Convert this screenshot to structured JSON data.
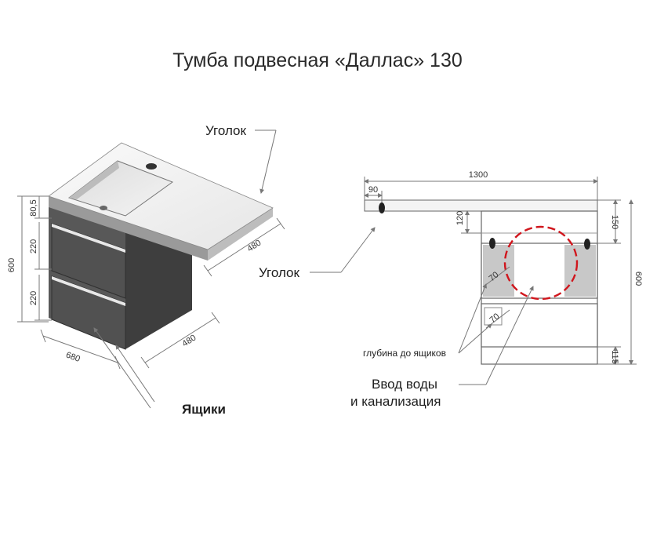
{
  "title": "Тумба подвесная «Даллас» 130",
  "labels": {
    "corner_top": "Уголок",
    "corner_mid": "Уголок",
    "drawers": "Ящики",
    "drawer_depth": "глубина до ящиков",
    "water_inlet_1": "Ввод воды",
    "water_inlet_2": "и канализация"
  },
  "dimensions_left": {
    "top_thickness": "80,5",
    "drawer1_height": "220",
    "drawer2_height": "220",
    "total_height": "600",
    "width": "680",
    "depth_body": "480",
    "depth_top": "480"
  },
  "dimensions_right": {
    "total_width": "1300",
    "offset_left": "90",
    "top_to_opening": "120",
    "top_panel": "150",
    "total_height": "600",
    "bottom_gap": "115",
    "niche_left": "70",
    "niche_drawer": "70"
  },
  "colors": {
    "line": "#555555",
    "body_dark": "#4f4f4f",
    "body_side": "#3d3d3d",
    "top_surface": "#f2f2f2",
    "hole_circle": "#d0161d",
    "niche_fill": "#c8c8c8"
  }
}
